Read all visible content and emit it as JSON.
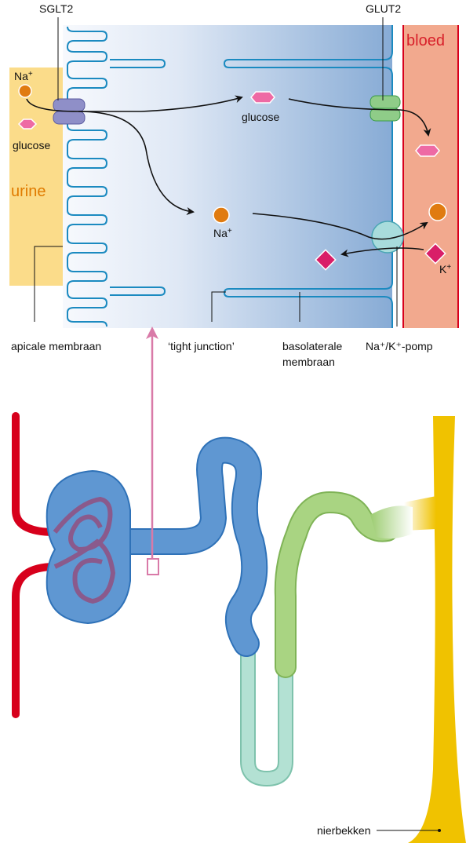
{
  "labels": {
    "sglt2": "SGLT2",
    "glut2": "GLUT2",
    "bloed": "bloed",
    "urine": "urine",
    "na_urine_main": "Na",
    "na_urine_sup": "+",
    "glucose_urine": "glucose",
    "glucose_cell": "glucose",
    "na_cell_main": "Na",
    "na_cell_sup": "+",
    "k_main": "K",
    "k_sup": "+",
    "apicale": "apicale membraan",
    "tight": "‘tight junction’",
    "baso_line1": "basolaterale",
    "baso_line2": "membraan",
    "pomp": "Na⁺/K⁺-pomp",
    "nierbekken": "nierbekken"
  },
  "colors": {
    "urine": "#fbdc8a",
    "urine_text": "#e07b00",
    "blood": "#f2a98e",
    "blood_text": "#d8202a",
    "membrane": "#1b8ac0",
    "cell_light": "#eef3fb",
    "cell_dark": "#8fb1d8",
    "sglt2": "#8f8fc8",
    "glut2": "#8fcc88",
    "sodium": "#e07b10",
    "glucose": "#ee6aa4",
    "potassium": "#d91e68",
    "pump": "#a8dcdc",
    "nephron_blue": "#5f97d2",
    "glomerulus": "#8a5a8c",
    "artery": "#d7001c",
    "loop": "#9fd3c0",
    "distal": "#9ccc70",
    "pelvis": "#f0c200",
    "arrow_pink": "#d97aa8"
  }
}
